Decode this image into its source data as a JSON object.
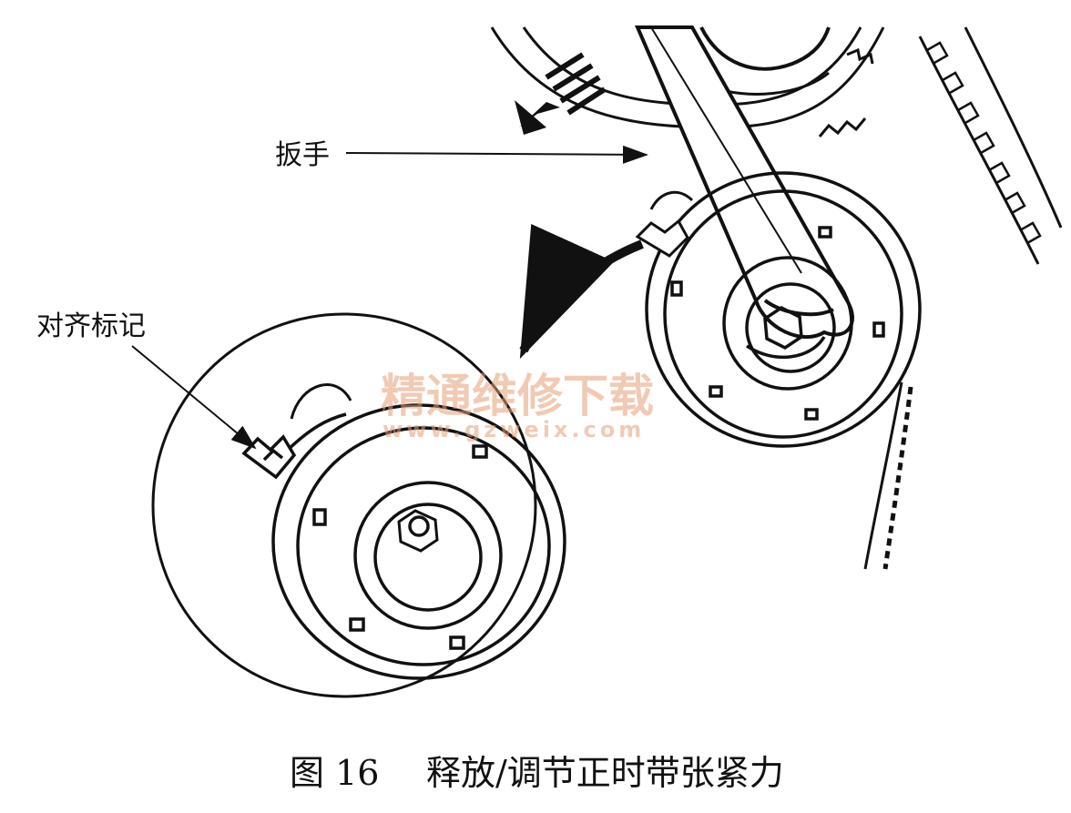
{
  "figure": {
    "caption_number": "图 16",
    "caption_text": "释放/调节正时带张紧力"
  },
  "labels": {
    "wrench": "扳手",
    "alignment_mark": "对齐标记"
  },
  "watermark": {
    "title": "精通维修下载",
    "url": "www.gzweix.com"
  },
  "colors": {
    "line": "#111111",
    "watermark": "#e7a078",
    "background": "#ffffff"
  }
}
